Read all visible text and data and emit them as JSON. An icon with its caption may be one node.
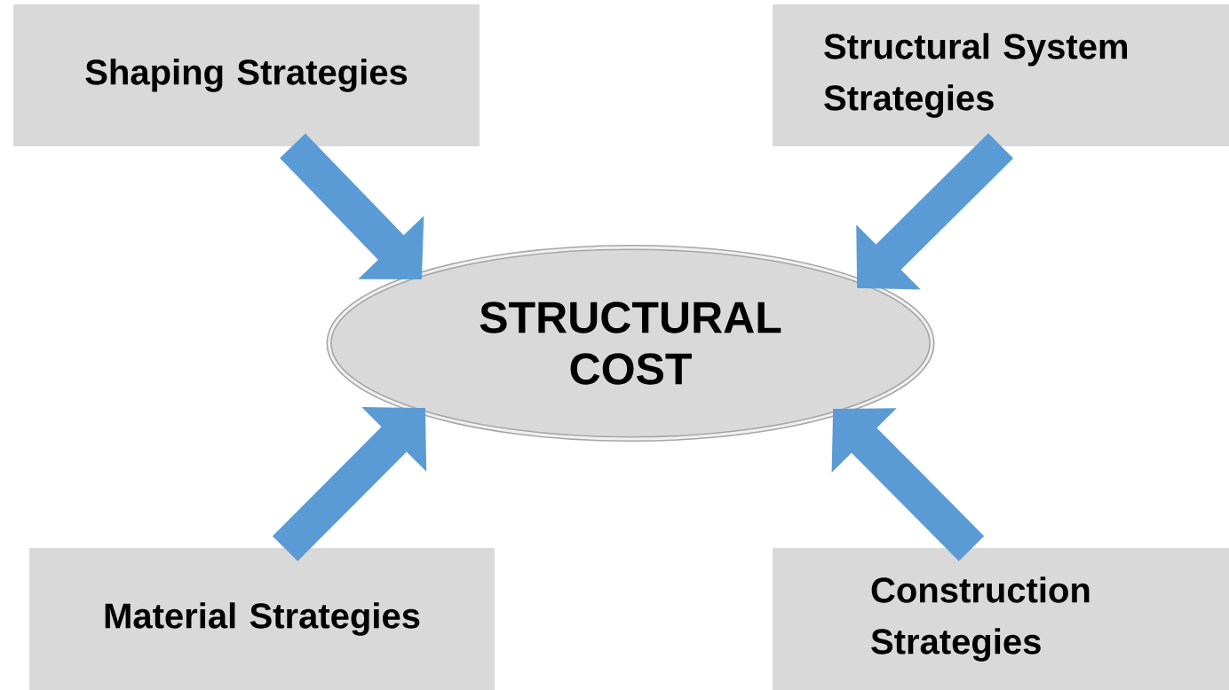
{
  "diagram": {
    "nodes": [
      {
        "text": [
          "Shaping Strategies"
        ]
      },
      {
        "text": [
          "Structural System Strategies"
        ]
      },
      {
        "text": [
          "STRUCTURAL COST"
        ]
      },
      {
        "text": [
          "Material Strategies"
        ]
      },
      {
        "text": [
          "Construction Strategies"
        ]
      }
    ],
    "edges": [
      {
        "from": 0,
        "to": 2,
        "arrow": "to"
      },
      {
        "from": 1,
        "to": 2,
        "arrow": "to"
      },
      {
        "from": 3,
        "to": 2,
        "arrow": "to"
      },
      {
        "from": 4,
        "to": 2,
        "arrow": "to"
      }
    ]
  }
}
